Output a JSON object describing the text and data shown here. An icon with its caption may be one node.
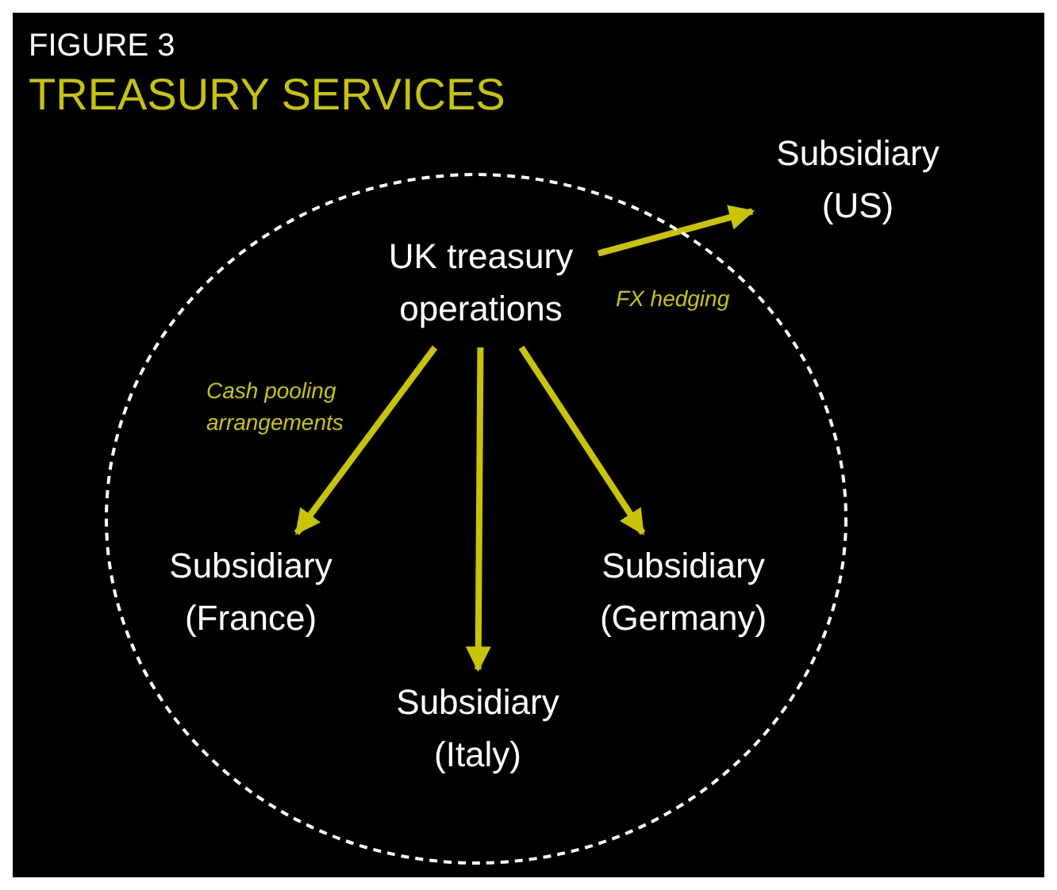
{
  "diagram": {
    "title": "TREASURY SERVICES",
    "nodes": [
      {
        "text": [],
        "shape": "circle"
      },
      {
        "text": [
          "UK treasury operations"
        ],
        "in": 0
      },
      {
        "text": [
          "Subsidiary (US)"
        ]
      },
      {
        "text": [
          "Subsidiary (France)"
        ],
        "in": 0
      },
      {
        "text": [
          "Subsidiary (Germany)"
        ],
        "in": 0
      },
      {
        "text": [
          "Subsidiary (Italy)"
        ],
        "in": 0
      }
    ],
    "edges": [
      {
        "from": 1,
        "to": 2,
        "arrow": "to",
        "label": "FX hedging"
      },
      {
        "from": 1,
        "to": 3,
        "arrow": "to",
        "label": "Cash pooling arrangements"
      },
      {
        "from": 1,
        "to": 5,
        "arrow": "to"
      },
      {
        "from": 1,
        "to": 4,
        "arrow": "to"
      }
    ],
    "labels": [
      "FIGURE 3"
    ]
  }
}
